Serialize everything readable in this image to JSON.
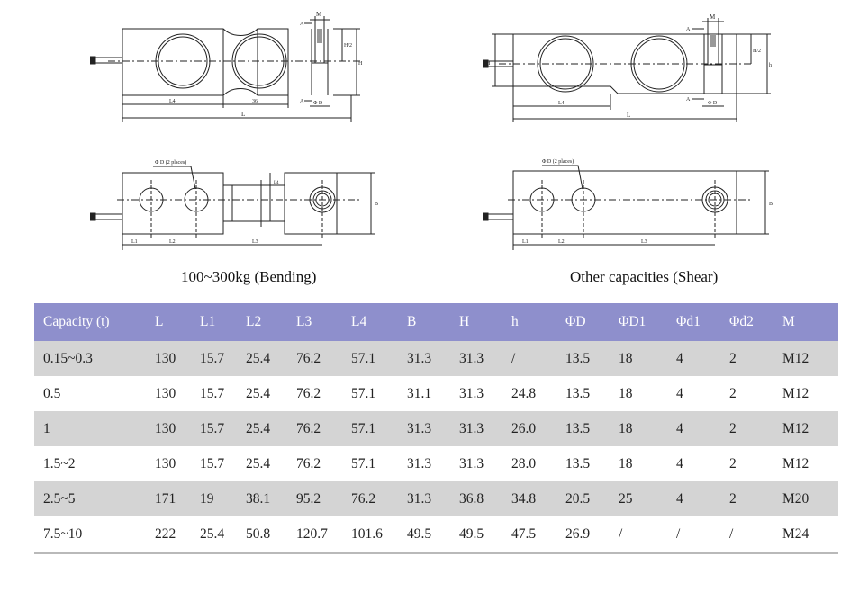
{
  "drawings": {
    "bending_side": {
      "m_label": "M",
      "h2_label": "H/2",
      "h_label": "H",
      "a_label": "A",
      "od_label": "Φ D",
      "l4_label": "L4",
      "dim36_label": "36",
      "l_label": "L"
    },
    "shear_side": {
      "m_label": "M",
      "h2_label": "H/2",
      "h_label": "h",
      "hh_label": "H",
      "a_label": "A",
      "od_label": "Φ D",
      "l4_label": "L4",
      "l_label": "L"
    },
    "bending_top": {
      "holes_label": "Φ D (2 places)",
      "l4_label": "L4",
      "b_label": "B",
      "l1_label": "L1",
      "l2_label": "L2",
      "l3_label": "L3"
    },
    "shear_top": {
      "holes_label": "Φ D (2 places)",
      "b_label": "B",
      "l1_label": "L1",
      "l2_label": "L2",
      "l3_label": "L3"
    }
  },
  "captions": {
    "bending": "100~300kg (Bending)",
    "shear": "Other capacities (Shear)"
  },
  "table": {
    "headers": [
      "Capacity (t)",
      "L",
      "L1",
      "L2",
      "L3",
      "L4",
      "B",
      "H",
      "h",
      "ΦD",
      "ΦD1",
      "Φd1",
      "Φd2",
      "M"
    ],
    "rows": [
      [
        "0.15~0.3",
        "130",
        "15.7",
        "25.4",
        "76.2",
        "57.1",
        "31.3",
        "31.3",
        "/",
        "13.5",
        "18",
        "4",
        "2",
        "M12"
      ],
      [
        "0.5",
        "130",
        "15.7",
        "25.4",
        "76.2",
        "57.1",
        "31.1",
        "31.3",
        "24.8",
        "13.5",
        "18",
        "4",
        "2",
        "M12"
      ],
      [
        "1",
        "130",
        "15.7",
        "25.4",
        "76.2",
        "57.1",
        "31.3",
        "31.3",
        "26.0",
        "13.5",
        "18",
        "4",
        "2",
        "M12"
      ],
      [
        "1.5~2",
        "130",
        "15.7",
        "25.4",
        "76.2",
        "57.1",
        "31.3",
        "31.3",
        "28.0",
        "13.5",
        "18",
        "4",
        "2",
        "M12"
      ],
      [
        "2.5~5",
        "171",
        "19",
        "38.1",
        "95.2",
        "76.2",
        "31.3",
        "36.8",
        "34.8",
        "20.5",
        "25",
        "4",
        "2",
        "M20"
      ],
      [
        "7.5~10",
        "222",
        "25.4",
        "50.8",
        "120.7",
        "101.6",
        "49.5",
        "49.5",
        "47.5",
        "26.9",
        "/",
        "/",
        "/",
        "M24"
      ]
    ]
  }
}
